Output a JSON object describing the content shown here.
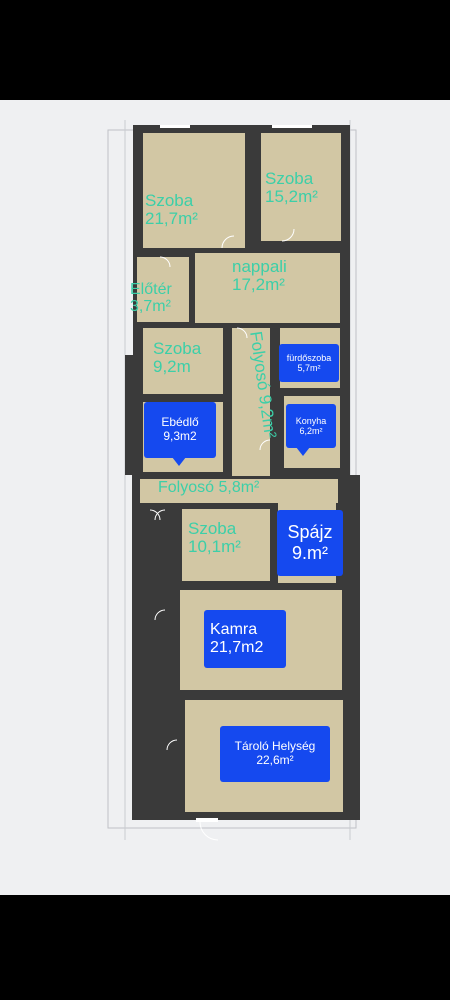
{
  "colors": {
    "floor": "#d2c7a4",
    "wall": "#3a3a3a",
    "green_label": "#3ccfa8",
    "blue_box": "#1549ef"
  },
  "rooms": {
    "szoba_1": {
      "name": "Szoba",
      "area": "21,7m²"
    },
    "szoba_2": {
      "name": "Szoba",
      "area": "15,2m²"
    },
    "eloter": {
      "name": "Előtér",
      "area": "3,7m²"
    },
    "nappali": {
      "name": "nappali",
      "area": "17,2m²"
    },
    "szoba_3": {
      "name": "Szoba",
      "area": "9,2m"
    },
    "folyoso_1": {
      "text": "Folyosó 9,2m²"
    },
    "furdoszoba": {
      "name": "fürdőszoba",
      "area": "5,7m²"
    },
    "ebedlo": {
      "name": "Ebédlő",
      "area": "9,3m2"
    },
    "konyha": {
      "name": "Konyha",
      "area": "6,2m²"
    },
    "folyoso_2": {
      "text": "Folyosó 5,8m²"
    },
    "szoba_4": {
      "name": "Szoba",
      "area": "10,1m²"
    },
    "spajz": {
      "name": "Spájz",
      "area": "9.m²"
    },
    "kamra": {
      "name": "Kamra",
      "area": "21,7m2"
    },
    "tarolo": {
      "name": "Tároló Helység",
      "area": "22,6m²"
    }
  }
}
